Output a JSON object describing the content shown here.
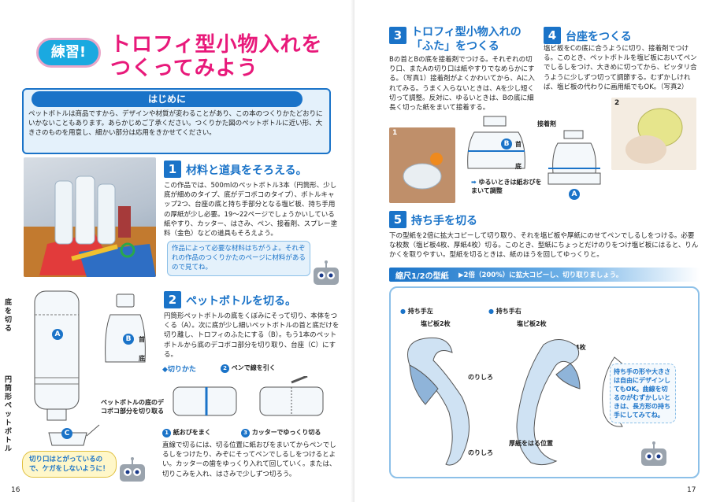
{
  "left": {
    "badge": "練習!",
    "title_line1": "トロフィ型小物入れを",
    "title_line2": "つくってみよう",
    "intro_heading": "はじめに",
    "intro_text": "ペットボトルは商品ですから、デザインや材質が変わることがあり、この本のつくりかたどおりにいかないこともあります。あらかじめご了承ください。つくりかた図のペットボトルに近い形、大きさのものを用意し、細かい部分は応用をきかせてください。",
    "sec1_num": "1",
    "sec1_title": "材料と道具をそろえる。",
    "sec1_text": "この作品では、500mlのペットボトル3本（円筒形、少し底が細めのタイプ、底がデコボコのタイプ）、ボトルキャップ2つ、台座の底と持ち手部分となる塩ビ板、持ち手用の厚紙が少し必要。19〜22ページでしょうかいしている紙やすり、カッター、はさみ、ペン、接着剤、スプレー塗料（金色）などの道具もそろえよう。",
    "sec1_note": "作品によって必要な材料はちがうよ。それぞれの作品のつくりかたのページに材料があるので見てね。",
    "sec2_num": "2",
    "sec2_title": "ペットボトルを切る。",
    "sec2_text": "円筒形ペットボトルの底をくぼみにそって切り、本体をつくる（A）。次に底が少し細いペットボトルの首と底だけを切り離し、トロフィのふたにする（B）。もう1本のペットボトルから底のデコボコ部分を切り取り、台座（C）にする。",
    "cut_method": "◆切りかた",
    "step1": "紙おびをまく",
    "step2": "ペンで線を引く",
    "step3": "カッターでゆっくり切る",
    "cut_text": "直線で切るには、切る位置に紙おびをまいてからペンでしるしをつけたり、みぞにそってペンでしるしをつけるとよい。カッターの歯をゆっくり入れて回していく。または、切りこみを入れ、はさみで少しずつ切ろう。",
    "label_bottom_cut": "底を切る",
    "label_cylinder": "円筒形ペットボトル",
    "label_A": "A",
    "label_B": "B",
    "label_C": "C",
    "label_neck": "首",
    "label_base": "底",
    "label_deco": "ペットボトルの底のデコボコ部分を切り取る",
    "warning": "切り口はとがっているので、ケガをしないように！",
    "page_num": "16"
  },
  "right": {
    "sec3_num": "3",
    "sec3_title_line1": "トロフィ型小物入れの",
    "sec3_title_line2": "「ふた」をつくる",
    "sec3_text": "Bの首とBの底を接着剤でつける。それぞれの切り口、またAの切り口は紙やすりでなめらかにする。（写真1）接着剤がよくかわいてから、Aに入れてみる。うまく入らないときは、Aを少し短く切って調整。反対に、ゆるいときは、Bの底に細長く切った紙をまいて接着する。",
    "sec4_num": "4",
    "sec4_title": "台座をつくる",
    "sec4_text": "塩ビ板をCの底に合うように切り、接着剤でつける。このとき、ペットボトルを塩ビ板においてペンでしるしをつけ、大きめに切ってから、ピッタリ合うように少しずつ切って調節する。むずかしければ、塩ビ板の代わりに画用紙でもOK。（写真2）",
    "photo1_num": "1",
    "photo2_num": "2",
    "label_glue": "接着剤",
    "label_neck": "首",
    "label_base": "底",
    "label_B": "B",
    "label_A": "A",
    "loose_note": "ゆるいときは紙おびをまいて調整",
    "sec5_num": "5",
    "sec5_title": "持ち手を切る",
    "sec5_text": "下の型紙を2倍に拡大コピーして切り取り、それを塩ビ板や厚紙にのせてペンでしるしをつける。必要な枚数（塩ビ板4枚、厚紙4枚）切る。このとき、型紙にちょっとだけのりをつけ塩ビ板にはると、りんかくを取りやすい。型紙を切るときは、紙のほうを回してゆっくりと。",
    "template_title": "縮尺1/2の型紙",
    "template_note": "▶2倍（200%）に拡大コピーし、切り取りましょう。",
    "handle_left": "持ち手左",
    "handle_right": "持ち手右",
    "pvc_2": "塩ビ板2枚",
    "thick_4": "厚紙4枚",
    "glue_margin": "のりしろ",
    "thick_pos": "厚紙をはる位置",
    "free_note": "持ち手の形や大きさは自由にデザインしてもOK。曲線を切るのがむずかしいときは、長方形の持ち手にしてみてね。",
    "page_num": "17"
  }
}
